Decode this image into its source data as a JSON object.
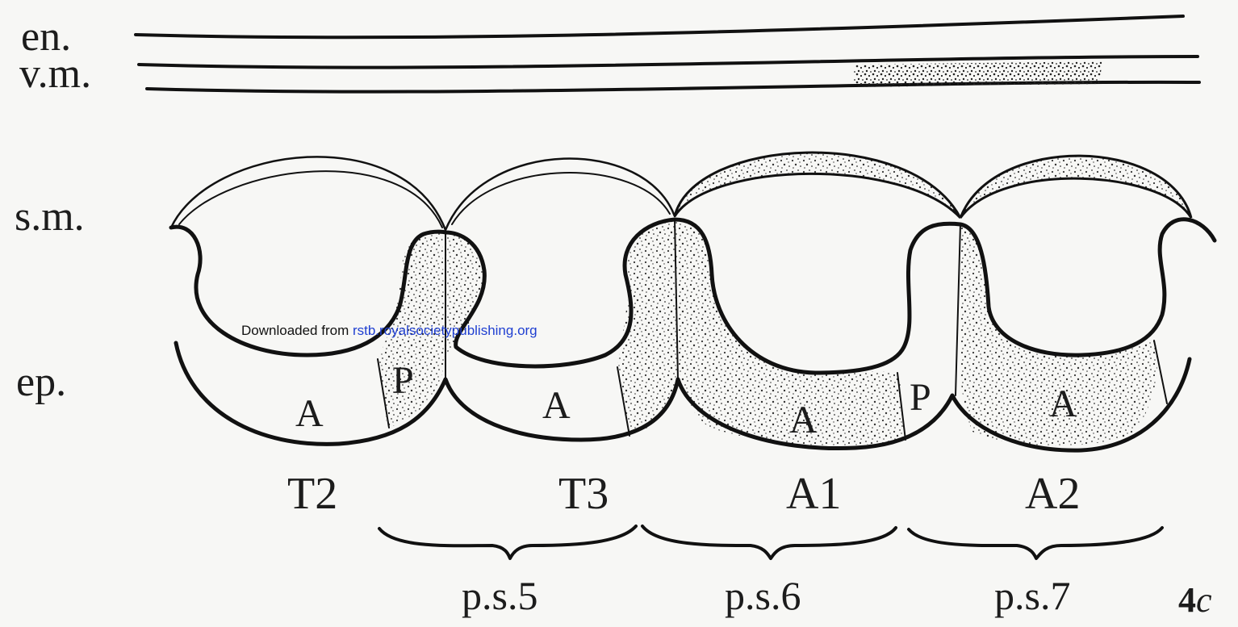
{
  "layer_labels": {
    "en": "en.",
    "vm": "v.m.",
    "sm": "s.m.",
    "ep": "ep."
  },
  "segments": [
    "T2",
    "T3",
    "A1",
    "A2"
  ],
  "compartment_labels": {
    "a_t2": "A",
    "p_t2": "P",
    "a_t3": "A",
    "a_a1": "A",
    "p_a1": "P",
    "a_a2": "A"
  },
  "parasegments": [
    "p.s.5",
    "p.s.6",
    "p.s.7"
  ],
  "figure_number": "4",
  "figure_letter": "c",
  "watermark": {
    "prefix": "Downloaded from ",
    "link": "rstb.royalsocietypublishing.org"
  },
  "colors": {
    "ink": "#111111",
    "stipple": "#333333",
    "link": "#1f3fd1",
    "paper": "#f7f7f5"
  }
}
